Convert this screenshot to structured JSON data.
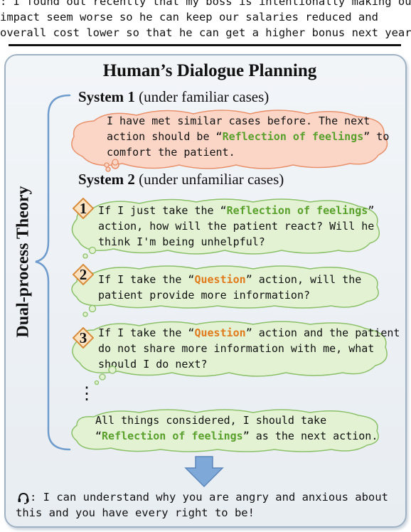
{
  "top_text": {
    "line1": ": I found out recently that my boss is intentionally making our",
    "line2": "impact seem worse so he can keep our salaries reduced and",
    "line3": "overall cost lower so that he can get a higher bonus next year."
  },
  "panel": {
    "title": "Human’s Dialogue Planning",
    "vertical_label": "Dual-process Theory"
  },
  "system1": {
    "name": "System 1",
    "qualifier": "(under familiar cases)",
    "thought": {
      "l1": "I have met similar cases before. The next",
      "l2a": "action should be “",
      "strategy": "Reflection of feelings",
      "l2b": "” to",
      "l3": "comfort the patient."
    }
  },
  "system2": {
    "name": "System 2",
    "qualifier": "(under unfamiliar cases)",
    "steps": [
      {
        "num": "1",
        "l1a": "If I just take the “",
        "strategy": "Reflection of feelings",
        "l1b": "”",
        "l2": "action, how will the patient react? Will he",
        "l3": "think I'm being unhelpful?"
      },
      {
        "num": "2",
        "l1a": "If I take the “",
        "strategy": "Question",
        "l1b": "” action, will the",
        "l2": "patient provide more information?"
      },
      {
        "num": "3",
        "l1a": "If I take the “",
        "strategy": "Question",
        "l1b": "” action and the patient",
        "l2": "do not share more information with me, what",
        "l3": "should I do next?"
      }
    ],
    "ellipsis": "⋮",
    "conclusion": {
      "l1": "All things considered, I should take",
      "l2a": "“",
      "strategy": "Reflection of feelings",
      "l2b": "” as the next action."
    }
  },
  "bottom_text": {
    "line1": ": I can understand why you are angry and anxious about",
    "line2": "this and you have every right to be!"
  },
  "colors": {
    "strategy_green": "#5aa02c",
    "strategy_orange": "#e07a1c",
    "system1_cloud": "#fbd6c7",
    "system2_cloud": "#e2f2d2",
    "arrow": "#7ea8d8"
  }
}
